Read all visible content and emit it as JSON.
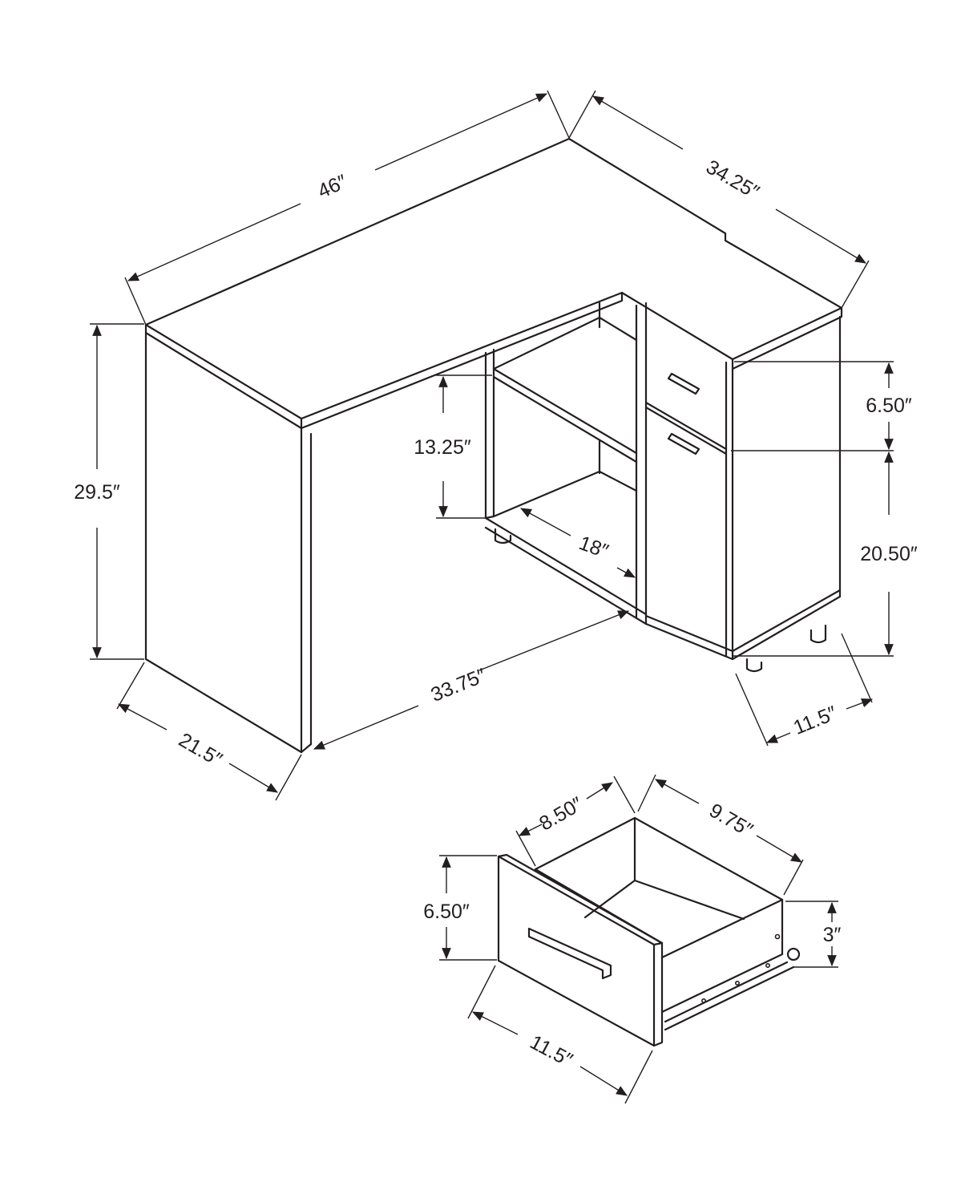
{
  "desk": {
    "width": "46″",
    "return_depth": "34.25″",
    "height": "29.5″",
    "shelf_height": "13.25″",
    "shelf_depth": "18″",
    "drawer_height": "6.50″",
    "door_height": "20.50″",
    "inner_span": "33.75″",
    "desk_depth": "21.5″",
    "cabinet_width": "11.5″"
  },
  "drawer": {
    "inner_width": "8.50″",
    "inner_depth": "9.75″",
    "front_height": "6.50″",
    "side_height": "3″",
    "front_width": "11.5″"
  }
}
